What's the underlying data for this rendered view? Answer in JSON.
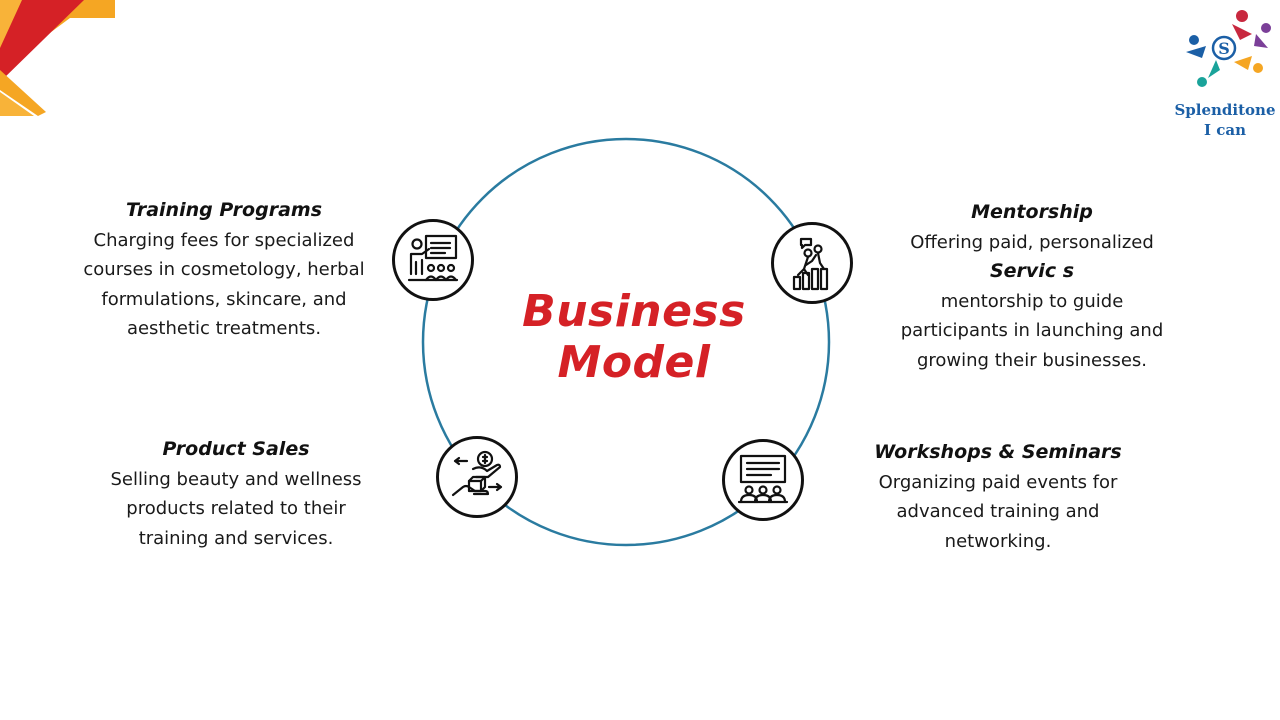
{
  "title": {
    "line1": "Business",
    "line2": "Model"
  },
  "logo": {
    "name": "Splenditone",
    "tagline": "I can",
    "mark_letter": "S"
  },
  "sections": {
    "training": {
      "heading": "Training Programs",
      "lines": [
        "Charging fees for specialized",
        "courses in cosmetology, herbal",
        "formulations, skincare, and",
        "aesthetic treatments."
      ],
      "icon": "presentation-icon"
    },
    "mentorship": {
      "heading": "Mentorship",
      "lines": [
        "Offering paid, personalized",
        "Servic s",
        "mentorship to guide",
        "participants in launching and",
        "growing their businesses."
      ],
      "icon": "mentorship-icon"
    },
    "sales": {
      "heading": "Product Sales",
      "lines": [
        "Selling beauty and wellness",
        "products related to their",
        "training and services."
      ],
      "icon": "product-exchange-icon"
    },
    "workshops": {
      "heading": "Workshops & Seminars",
      "lines": [
        "Organizing paid events for",
        "advanced training and",
        "networking."
      ],
      "icon": "seminar-icon"
    }
  },
  "colors": {
    "title": "#d52126",
    "ring": "#2a7ba0",
    "logo_text": "#1b5fa6",
    "corner_orange": "#f5a623",
    "corner_red": "#d52126"
  }
}
